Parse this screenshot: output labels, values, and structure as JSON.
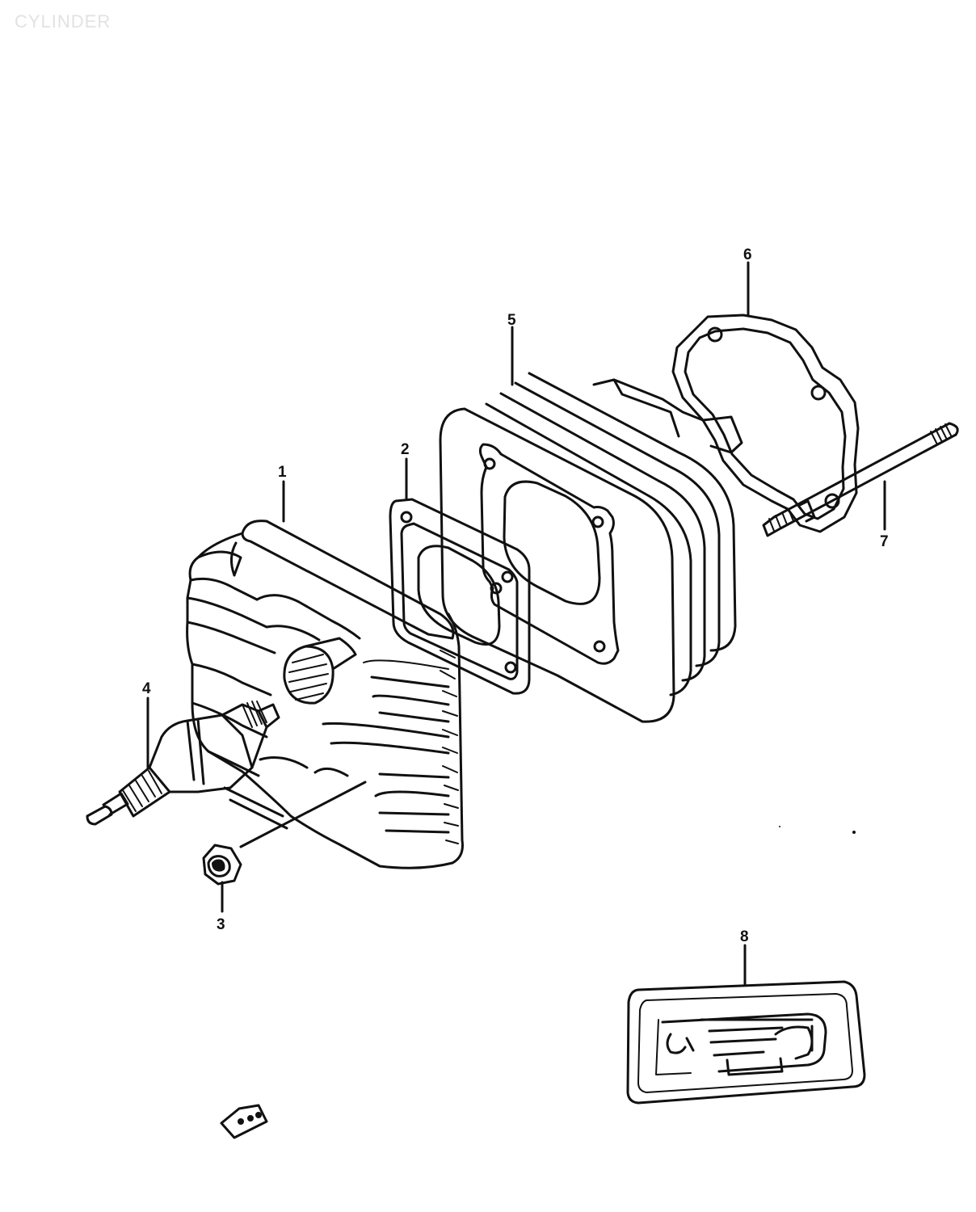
{
  "diagram": {
    "title": "CYLINDER",
    "callouts": [
      {
        "id": "1",
        "label": "1"
      },
      {
        "id": "2",
        "label": "2"
      },
      {
        "id": "3",
        "label": "3"
      },
      {
        "id": "4",
        "label": "4"
      },
      {
        "id": "5",
        "label": "5"
      },
      {
        "id": "6",
        "label": "6"
      },
      {
        "id": "7",
        "label": "7"
      },
      {
        "id": "8",
        "label": "8"
      }
    ]
  }
}
